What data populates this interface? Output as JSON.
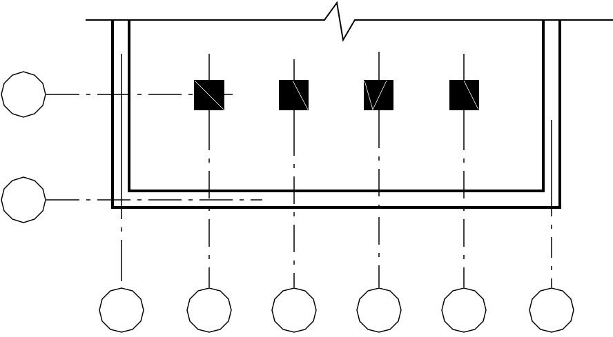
{
  "drawing": {
    "line_color": "#000000",
    "fill_color": "#000000",
    "background": "#ffffff"
  },
  "grid_rows": [
    {
      "id": "row-upper",
      "label": ""
    },
    {
      "id": "row-lower",
      "label": ""
    }
  ],
  "grid_columns": [
    {
      "id": "col-1",
      "label": ""
    },
    {
      "id": "col-2",
      "label": ""
    },
    {
      "id": "col-3",
      "label": ""
    },
    {
      "id": "col-4",
      "label": ""
    },
    {
      "id": "col-5",
      "label": ""
    },
    {
      "id": "col-6",
      "label": ""
    }
  ],
  "columns_count": 4
}
